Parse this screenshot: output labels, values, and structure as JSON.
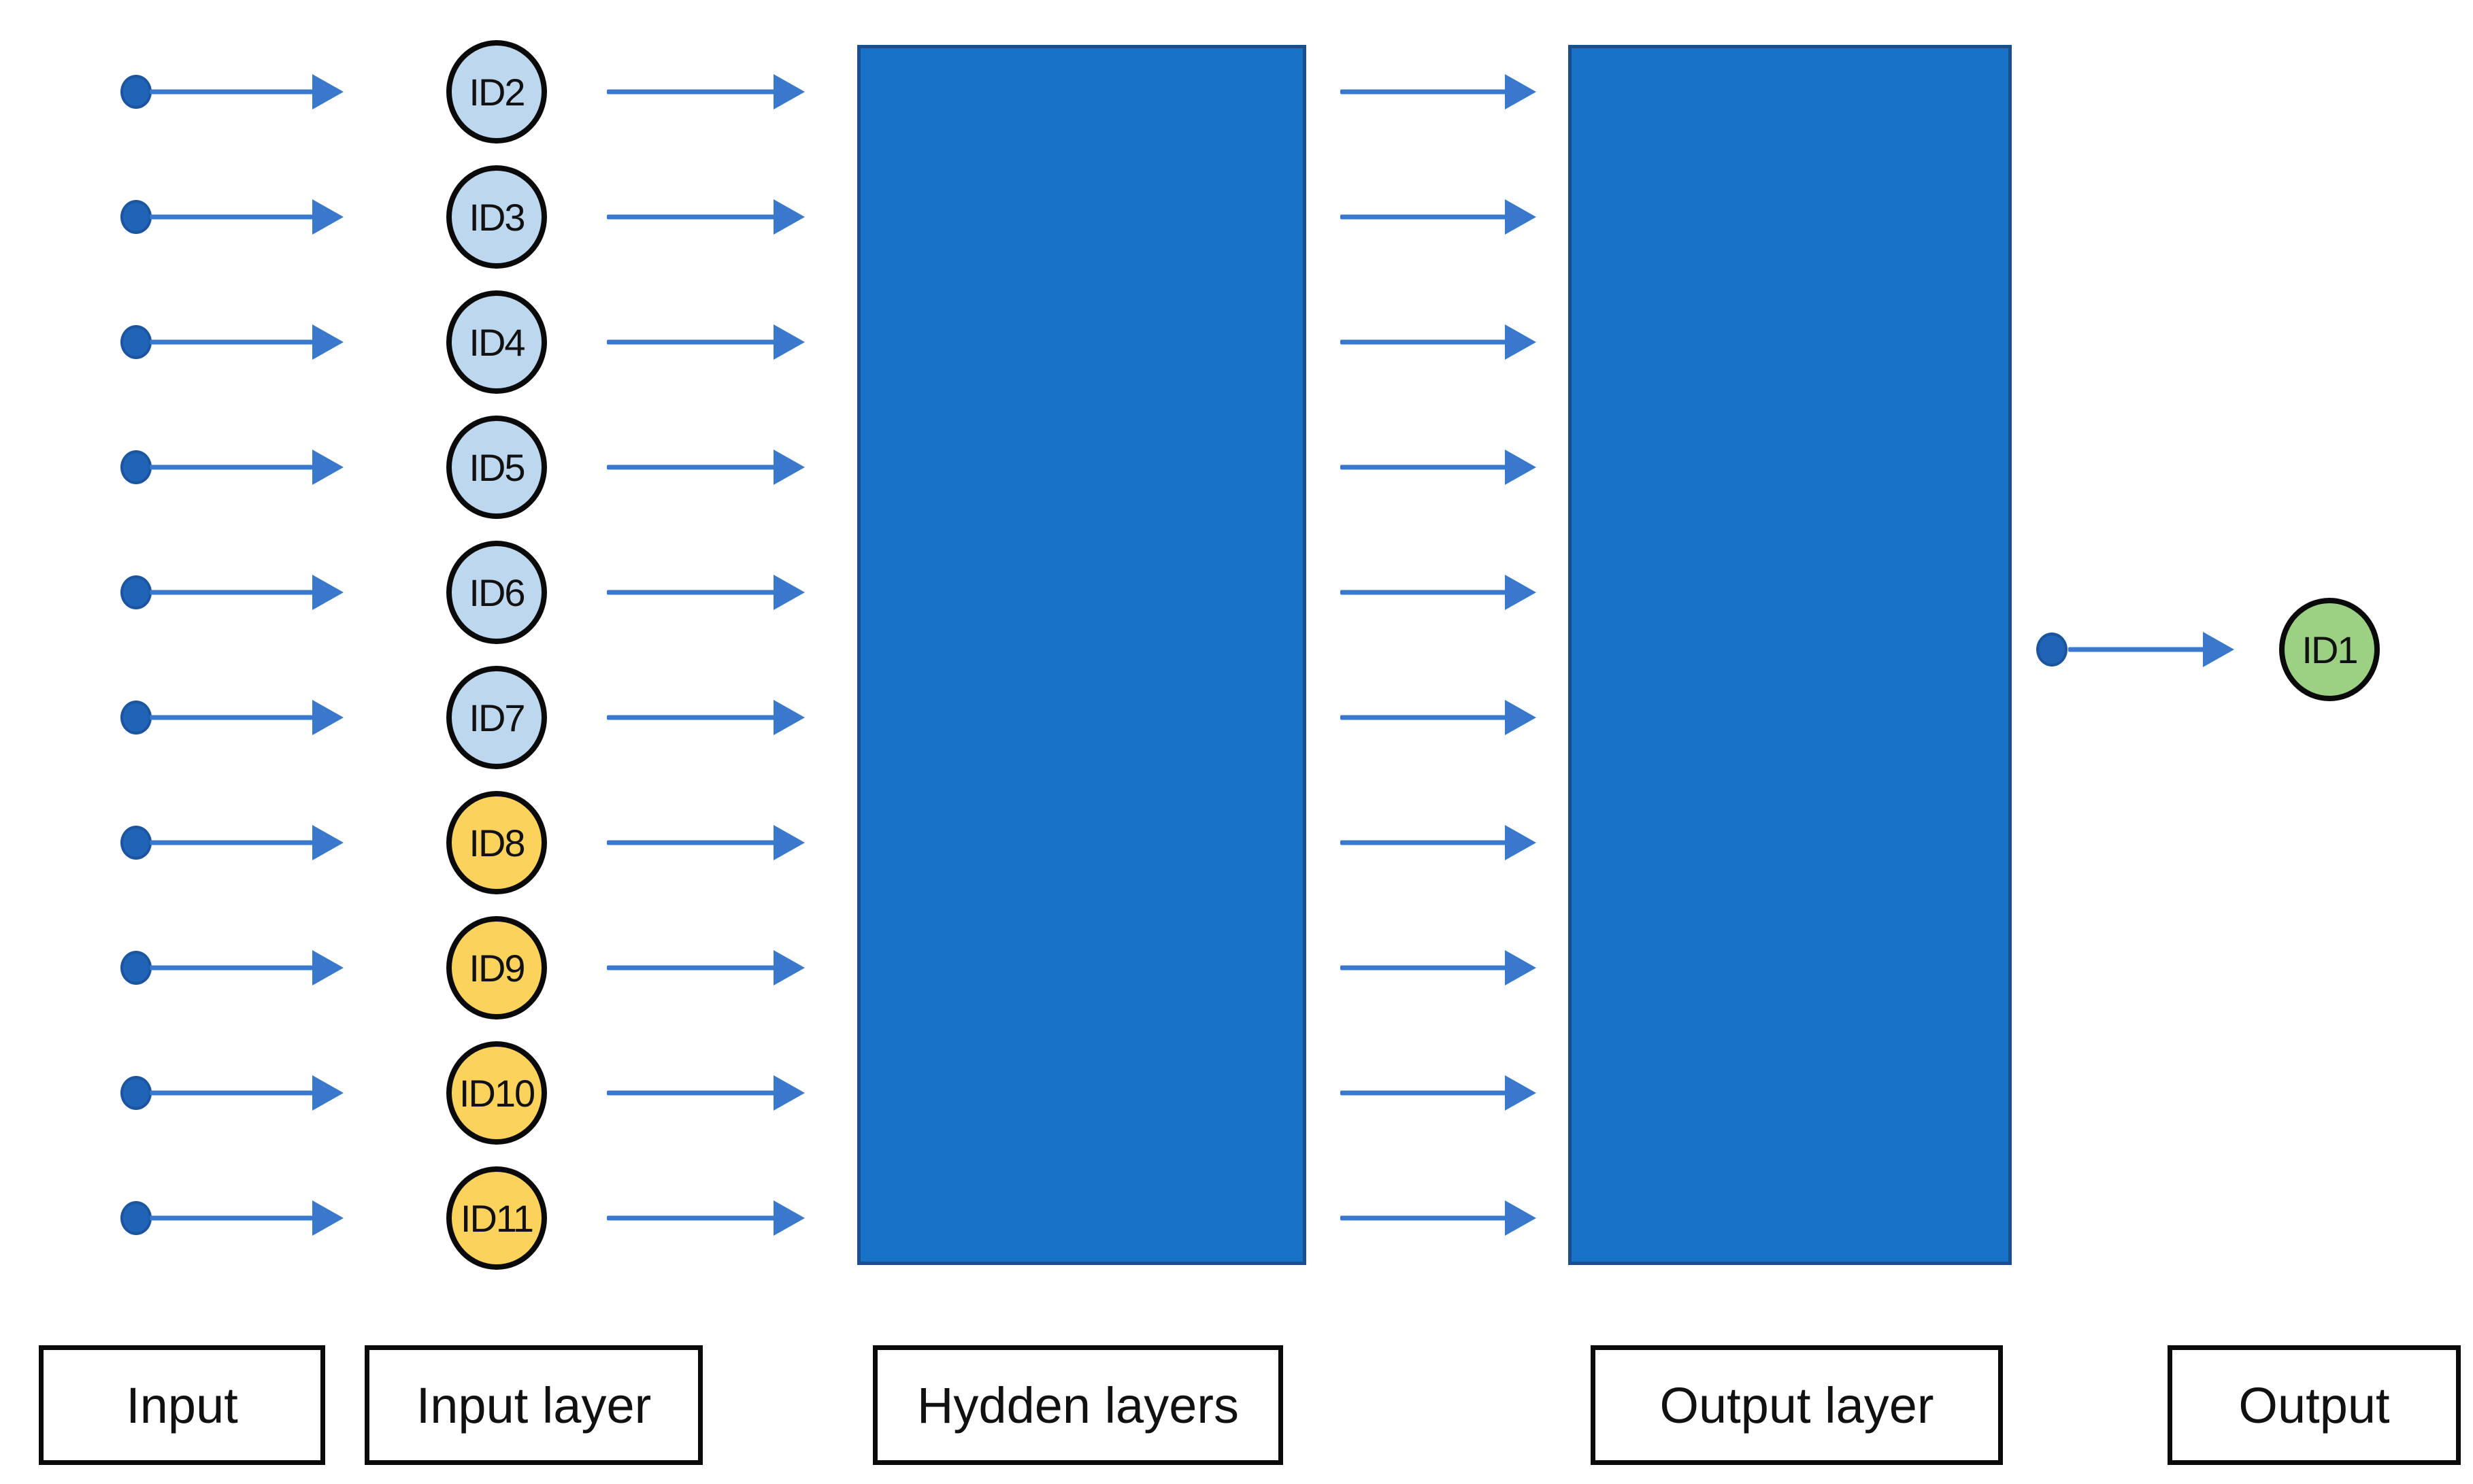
{
  "colors": {
    "layer_fill": "#1773C7",
    "layer_border": "#1A4E8C",
    "arrow": "#3A78CC",
    "dot": "#2164B6",
    "dot_edge": "#1B55A0",
    "node_blue": "#BDD7EE",
    "node_yellow": "#FBD25C",
    "node_green": "#9CD183"
  },
  "nodes": [
    {
      "id": "ID2",
      "type": "blue"
    },
    {
      "id": "ID3",
      "type": "blue"
    },
    {
      "id": "ID4",
      "type": "blue"
    },
    {
      "id": "ID5",
      "type": "blue"
    },
    {
      "id": "ID6",
      "type": "blue"
    },
    {
      "id": "ID7",
      "type": "blue"
    },
    {
      "id": "ID8",
      "type": "yellow"
    },
    {
      "id": "ID9",
      "type": "yellow"
    },
    {
      "id": "ID10",
      "type": "yellow"
    },
    {
      "id": "ID11",
      "type": "yellow"
    }
  ],
  "output_node": {
    "id": "ID1",
    "type": "green"
  },
  "captions": {
    "input": "Input",
    "input_layer": "Input layer",
    "hidden_layers": "Hydden layers",
    "output_layer": "Output layer",
    "output": "Output"
  }
}
